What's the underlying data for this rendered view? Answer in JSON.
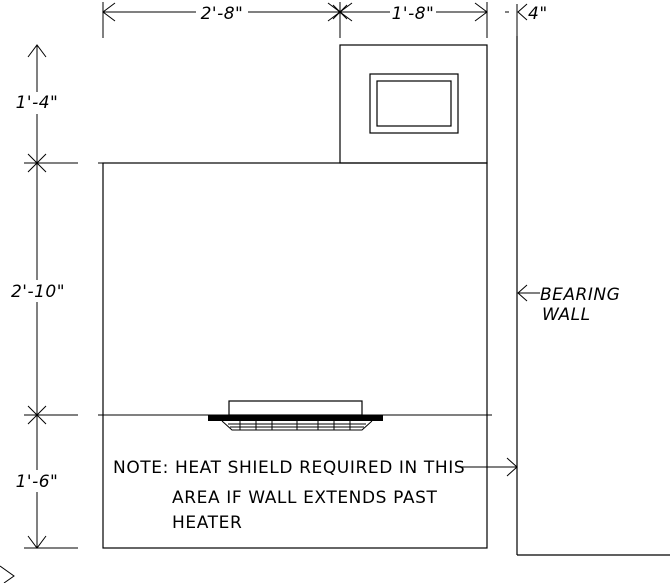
{
  "dimensions": {
    "top_left": "2'-8\"",
    "top_right": "1'-8\"",
    "top_wall": "4\"",
    "left_top": "1'-4\"",
    "left_middle": "2'-10\"",
    "left_bottom": "1'-6\""
  },
  "callout": {
    "line1": "BEARING",
    "line2": "WALL"
  },
  "note": {
    "line1": "NOTE: HEAT SHIELD REQUIRED IN THIS",
    "line2": "AREA IF WALL EXTENDS PAST",
    "line3": "HEATER"
  }
}
